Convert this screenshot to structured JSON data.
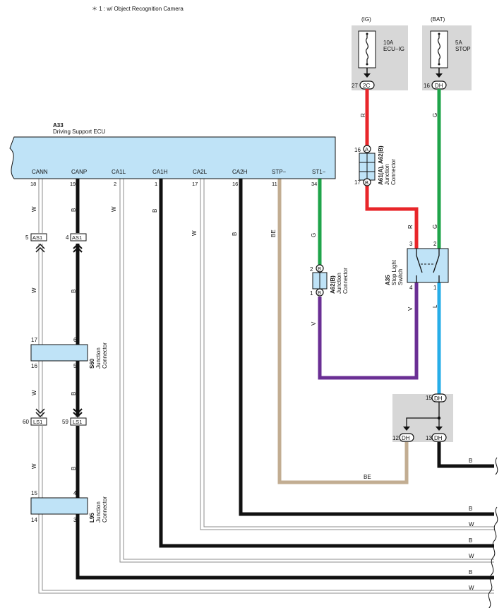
{
  "note": "＊ 1 : w/ Object Recognition Camera",
  "ecu": {
    "code": "A33",
    "name": "Driving Support ECU",
    "terminals": [
      {
        "name": "CANN",
        "pin": "18"
      },
      {
        "name": "CANP",
        "pin": "19"
      },
      {
        "name": "CA1L",
        "pin": "2"
      },
      {
        "name": "CA1H",
        "pin": "1"
      },
      {
        "name": "CA2L",
        "pin": "17"
      },
      {
        "name": "CA2H",
        "pin": "16"
      },
      {
        "name": "STP−",
        "pin": "11"
      },
      {
        "name": "ST1−",
        "pin": "34"
      }
    ]
  },
  "fuses": {
    "ig": {
      "supply": "(IG)",
      "rating": "10A",
      "name": "ECU−IG",
      "pin": "27",
      "connector": "2C"
    },
    "bat": {
      "supply": "(BAT)",
      "rating": "5A",
      "name": "STOP",
      "pin": "16",
      "connector": "DH"
    }
  },
  "junction_a61": {
    "label": "A61(A), A62(B)",
    "desc1": "Junction",
    "desc2": "Connector",
    "top_pin": "16",
    "top_conn": "A",
    "bot_pin": "17",
    "bot_conn": "B"
  },
  "junction_a62": {
    "label": "A62(B)",
    "desc1": "Junction",
    "desc2": "Connector",
    "top_pin": "2",
    "top_conn": "B",
    "bot_pin": "1",
    "bot_conn": "B"
  },
  "stop_switch": {
    "code": "A35",
    "desc1": "Stop Light",
    "desc2": "Switch",
    "pins": [
      "3",
      "2",
      "4",
      "1"
    ]
  },
  "junction_s60": {
    "code": "S60",
    "desc1": "Junction",
    "desc2": "Connector",
    "pins": [
      "17",
      "6",
      "16",
      "5"
    ]
  },
  "junction_l95": {
    "code": "L95",
    "desc1": "Junction",
    "desc2": "Connector",
    "pins": [
      "15",
      "4",
      "14",
      "3"
    ]
  },
  "as1": {
    "left_pin": "5",
    "left_label": "AS1",
    "right_pin": "4",
    "right_label": "AS1"
  },
  "ls1": {
    "left_pin": "60",
    "left_label": "LS1",
    "right_pin": "59",
    "right_label": "LS1"
  },
  "dh_junction": {
    "top_pin": "15",
    "top_conn": "DH",
    "left_pin": "12",
    "left_conn": "DH",
    "right_pin": "13",
    "right_conn": "DH"
  },
  "wire_colors": {
    "W": "#8c8c8c",
    "B": "#111111",
    "R": "#e8262a",
    "G": "#1fa44a",
    "L": "#27aee8",
    "V": "#6a2f94",
    "BE": "#c2ad92"
  },
  "wire_labels": {
    "W": "W",
    "B": "B",
    "R": "R",
    "G": "G",
    "L": "L",
    "V": "V",
    "BE": "BE"
  },
  "right_exits": [
    "B",
    "B",
    "W",
    "B",
    "W",
    "B",
    "W"
  ]
}
